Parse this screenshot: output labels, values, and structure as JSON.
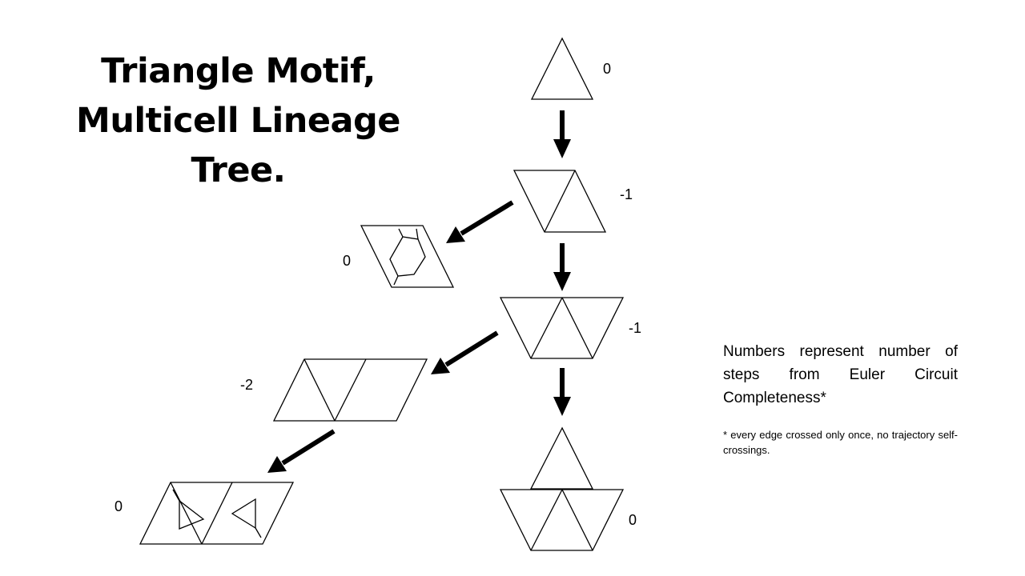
{
  "title_lines": [
    "Triangle Motif,",
    "Multicell Lineage",
    "Tree."
  ],
  "nodes": [
    {
      "id": "single-triangle",
      "label": "0"
    },
    {
      "id": "two-triangles",
      "label": "-1"
    },
    {
      "id": "rhombus-hexagon",
      "label": "0"
    },
    {
      "id": "three-triangles",
      "label": "-1"
    },
    {
      "id": "parallelogram-three",
      "label": "-2"
    },
    {
      "id": "parallelogram-inner-triangles",
      "label": "0"
    },
    {
      "id": "four-triangles",
      "label": "0"
    }
  ],
  "legend": {
    "main": "Numbers represent number of steps from Euler Circuit Completeness*",
    "note": "* every edge crossed only once, no trajectory self-crossings."
  }
}
